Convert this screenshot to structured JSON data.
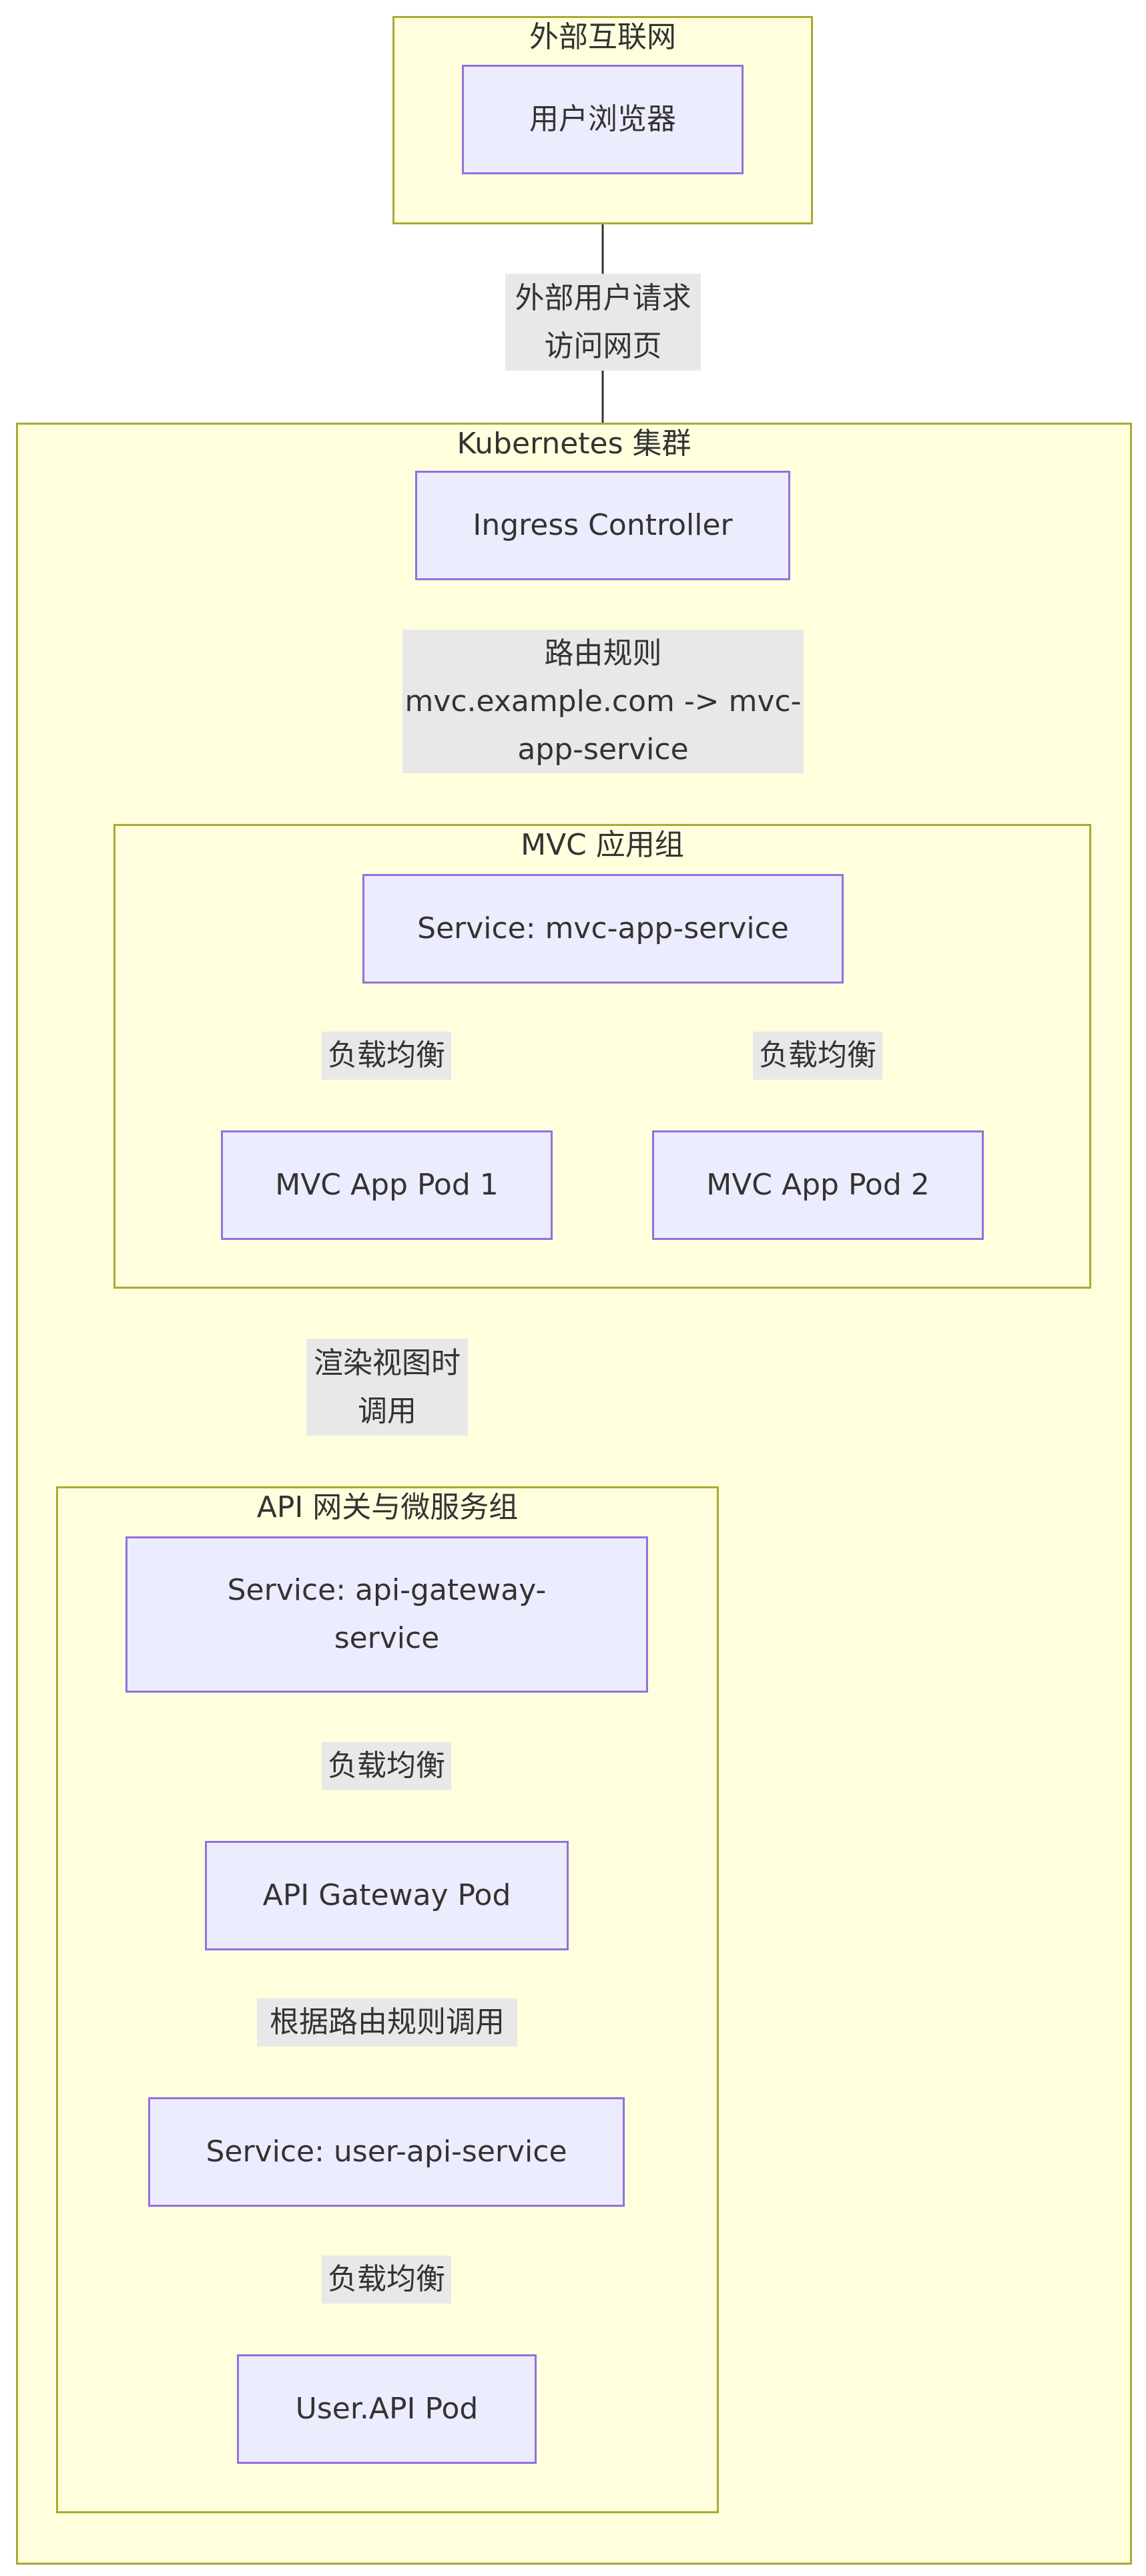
{
  "clusters": {
    "internet": "外部互联网",
    "k8s": "Kubernetes 集群",
    "mvc": "MVC 应用组",
    "api": "API 网关与微服务组"
  },
  "nodes": {
    "browser": "用户浏览器",
    "ingress": "Ingress Controller",
    "mvc_service": "Service: mvc-app-service",
    "mvc_pod1": "MVC App Pod 1",
    "mvc_pod2": "MVC App Pod 2",
    "api_gateway_service_line1": "Service: api-gateway-",
    "api_gateway_service_line2": "service",
    "api_gateway_pod": "API Gateway Pod",
    "user_api_service": "Service: user-api-service",
    "user_api_pod": "User.API Pod"
  },
  "edges": {
    "browser_to_ingress_line1": "外部用户请求",
    "browser_to_ingress_line2": "访问网页",
    "ingress_to_mvc_line1": "路由规则",
    "ingress_to_mvc_line2": "mvc.example.com -> mvc-",
    "ingress_to_mvc_line3": "app-service",
    "lb_pod1": "负载均衡",
    "lb_pod2": "负载均衡",
    "render_line1": "渲染视图时",
    "render_line2": "调用",
    "lb_gateway": "负载均衡",
    "route_call": "根据路由规则调用",
    "lb_user": "负载均衡"
  }
}
